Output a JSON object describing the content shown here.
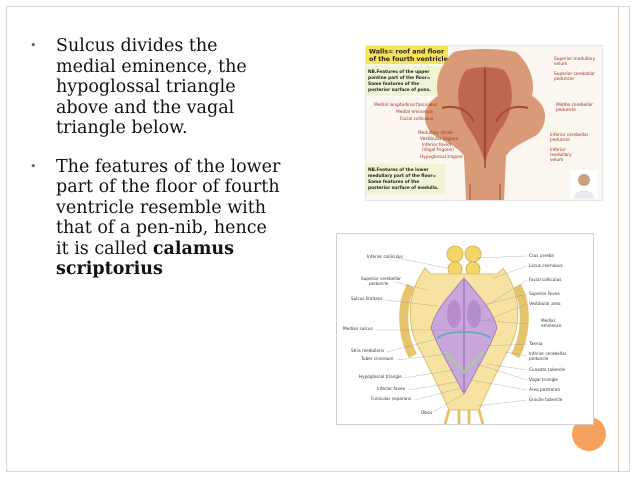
{
  "bullets": [
    {
      "text": "Sulcus divides the\nmedial eminence, the\nhypoglossal triangle\nabove and the vagal\ntriangle below."
    },
    {
      "text": "The features of the lower\npart of the floor of fourth\nventricle resemble with\nthat of a pen-nib, hence\nit is called ",
      "bold": "calamus\nscriptorius"
    }
  ],
  "figure_top": {
    "title_line1": "Walls= roof and floor",
    "title_line2": "of the fourth ventricle",
    "note_upper": [
      "NB.Features of the upper",
      "pontine part of the floor=",
      "Same features of the",
      "posterior surface of pons."
    ],
    "note_lower": [
      "NB.Features of the lower",
      "medullary part of the floor=",
      "Same features of the",
      "posterior surface of medulla."
    ],
    "labels_left": [
      "Medial longitudinal fasciculus",
      "Medial eminence",
      "Facial colliculus",
      "Medullary striae",
      "Vestibular trigone",
      "Inferior fovea",
      "(Vagal trigone)",
      "Hypoglossal trigone"
    ],
    "labels_right": [
      "Superior medullary",
      "velum",
      "Superior cerebellar",
      "peduncle",
      "Middle cerebellar",
      "peduncle",
      "Inferior cerebellar",
      "peduncle",
      "Inferior",
      "medullary",
      "velum"
    ]
  },
  "figure_bottom": {
    "labels_left": [
      "Inferior colliculus",
      "Superior cerebellar",
      "peduncle",
      "Sulcus limitans",
      "Median sulcus",
      "Stria medullaris",
      "Tuber cinereum",
      "Hypoglossal triangle",
      "Inferior fovea",
      "Funiculus separans",
      "Obex"
    ],
    "labels_right": [
      "Crus cerebri",
      "Locus coeruleus",
      "Facial colliculus",
      "Superior fovea",
      "Vestibular area",
      "Medial",
      "eminence",
      "Taenia",
      "Inferior cerebellar",
      "peduncle",
      "Cuneate tubercle",
      "Vagal triangle",
      "Area postrema",
      "Gracile tubercle"
    ]
  },
  "colors": {
    "accent": "#f6a25c",
    "title_box": "#f7e35a",
    "note_box": "#f0f4d2",
    "rhomboid": "#c9a6dc"
  }
}
